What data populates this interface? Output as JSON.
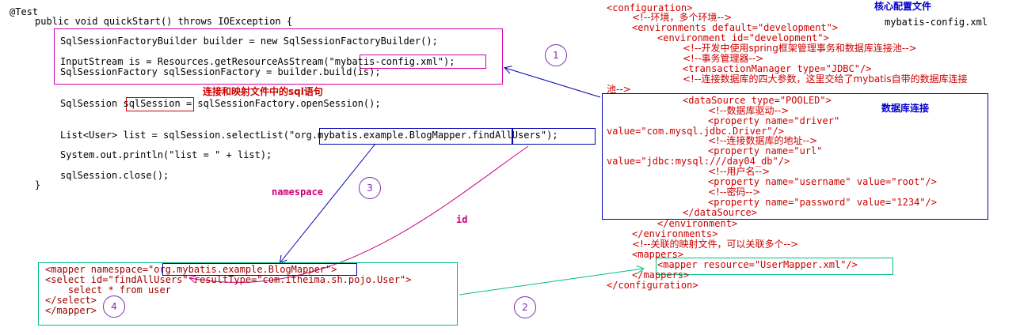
{
  "java": {
    "annotation": "@Test",
    "method_sig": "public void quickStart() throws IOException {",
    "builder": "SqlSessionFactoryBuilder builder = new SqlSessionFactoryBuilder();",
    "input_pre": "InputStream is = Resources.getResourceAsStream(\"",
    "config_file": "mybatis-config.xml",
    "input_post": "\");",
    "factory": "SqlSessionFactory sqlSessionFactory = builder.build(is);",
    "session_pre": "SqlSession ",
    "session_var": "sqlSession",
    "session_post": " = sqlSessionFactory.openSession();",
    "list_pre": "List<User> list = sqlSession.selectList(\"",
    "list_ns": "org.mybatis.example.BlogMapper",
    "list_id": ".findAllUsers",
    "list_post": "\");",
    "println": "System.out.println(\"list = \" + list);",
    "close": "sqlSession.close();",
    "brace": "}"
  },
  "annotations": {
    "connect_label": "连接和映射文件中的sql语句",
    "namespace_label": "namespace",
    "id_label": "id",
    "core_config_label": "核心配置文件",
    "core_config_file": "mybatis-config.xml",
    "datasource_label": "数据库连接"
  },
  "markers": [
    "1",
    "2",
    "3",
    "4"
  ],
  "mapper_xml": {
    "line1_pre": "<mapper namespace=\"",
    "line1_ns": "org.mybatis.example.BlogMapper",
    "line1_post": "\">",
    "line2": "<select id=\"findAllUsers\" resultType=\"com.itheima.sh.pojo.User\">",
    "line3": "    select * from user",
    "line4": "</select>",
    "line5": "</mapper>"
  },
  "config_xml": {
    "l1": "<configuration>",
    "l2": "<!--环境，多个环境-->",
    "l3": "<environments default=\"development\">",
    "l4": "<environment id=\"development\">",
    "l5": "<!--开发中使用spring框架管理事务和数据库连接池-->",
    "l6": "<!--事务管理器-->",
    "l7": "<transactionManager type=\"JDBC\"/>",
    "l8": "<!--连接数据库的四大参数，这里交给了mybatis自带的数据库连接",
    "l9": "池-->",
    "l10": "<dataSource type=\"POOLED\">",
    "l11": "<!--数据库驱动-->",
    "l12": "<property name=\"driver\"",
    "l13": "value=\"com.mysql.jdbc.Driver\"/>",
    "l14": "<!--连接数据库的地址-->",
    "l15": "<property name=\"url\"",
    "l16": "value=\"jdbc:mysql:///day04_db\"/>",
    "l17": "<!--用户名-->",
    "l18": "<property name=\"username\" value=\"root\"/>",
    "l19": "<!--密码-->",
    "l20": "<property name=\"password\" value=\"1234\"/>",
    "l21": "</dataSource>",
    "l22": "</environment>",
    "l23": "</environments>",
    "l24": "<!--关联的映射文件，可以关联多个-->",
    "l25": "<mappers>",
    "l26": "<mapper resource=\"UserMapper.xml\"/>",
    "l27": "</mappers>",
    "l28": "</configuration>"
  },
  "colors": {
    "java_box": "#d400a8",
    "blue_box": "#0000b0",
    "green_box": "#00c080",
    "marker": "#7b2fb0"
  }
}
